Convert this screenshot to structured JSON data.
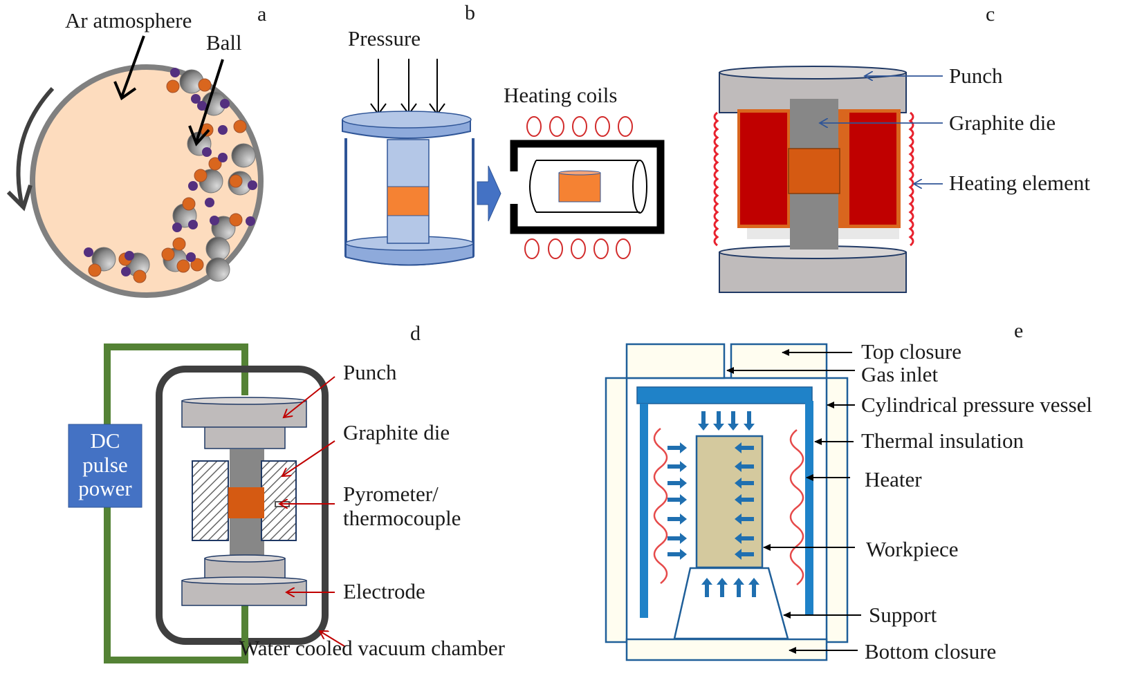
{
  "panels": {
    "a": {
      "letter": "a",
      "labels": {
        "atmosphere": "Ar atmosphere",
        "ball": "Ball"
      },
      "colors": {
        "jar_fill": "#fddcbe",
        "jar_rim": "#808080",
        "powder_orange": "#d9661e",
        "powder_purple": "#54307f"
      },
      "rotation": "counter-clockwise"
    },
    "b": {
      "letter": "b",
      "labels": {
        "pressure": "Pressure",
        "heating_coils": "Heating coils"
      },
      "colors": {
        "mold": "#a9c1ec",
        "mold_edge": "#2f5597",
        "sample": "#f58233",
        "coil": "#d22b2b",
        "arrow": "#4472c4"
      }
    },
    "c": {
      "letter": "c",
      "labels": {
        "punch": "Punch",
        "graphite_die": "Graphite die",
        "heating_element": "Heating element"
      },
      "colors": {
        "die": "#c00000",
        "die_border": "#d9661e",
        "punch": "#bfbbbb",
        "rod": "#878787",
        "sample": "#d55a12",
        "pointer": "#2f5597"
      }
    },
    "d": {
      "letter": "d",
      "labels": {
        "punch": "Punch",
        "graphite_die": "Graphite die",
        "pyrometer_line1": "Pyrometer/",
        "pyrometer_line2": "thermocouple",
        "electrode": "Electrode",
        "chamber": "Water cooled vacuum chamber"
      },
      "power": {
        "line1": "DC",
        "line2": "pulse",
        "line3": "power"
      },
      "colors": {
        "circuit": "#548235",
        "power_box": "#4472c4",
        "chamber": "#3f3f3f",
        "pointer": "#c00000",
        "sample": "#d55a12"
      }
    },
    "e": {
      "letter": "e",
      "labels": {
        "top_closure": "Top closure",
        "gas_inlet": "Gas inlet",
        "vessel": "Cylindrical pressure vessel",
        "insulation": "Thermal insulation",
        "heater": "Heater",
        "workpiece": "Workpiece",
        "support": "Support",
        "bottom_closure": "Bottom closure"
      },
      "colors": {
        "vessel_fill": "#fffdf0",
        "outline": "#1f5f99",
        "insulation": "#1f82c8",
        "heater": "#e64a4a",
        "workpiece": "#d4c99e",
        "flow_arrow": "#1f6fb0"
      }
    }
  }
}
